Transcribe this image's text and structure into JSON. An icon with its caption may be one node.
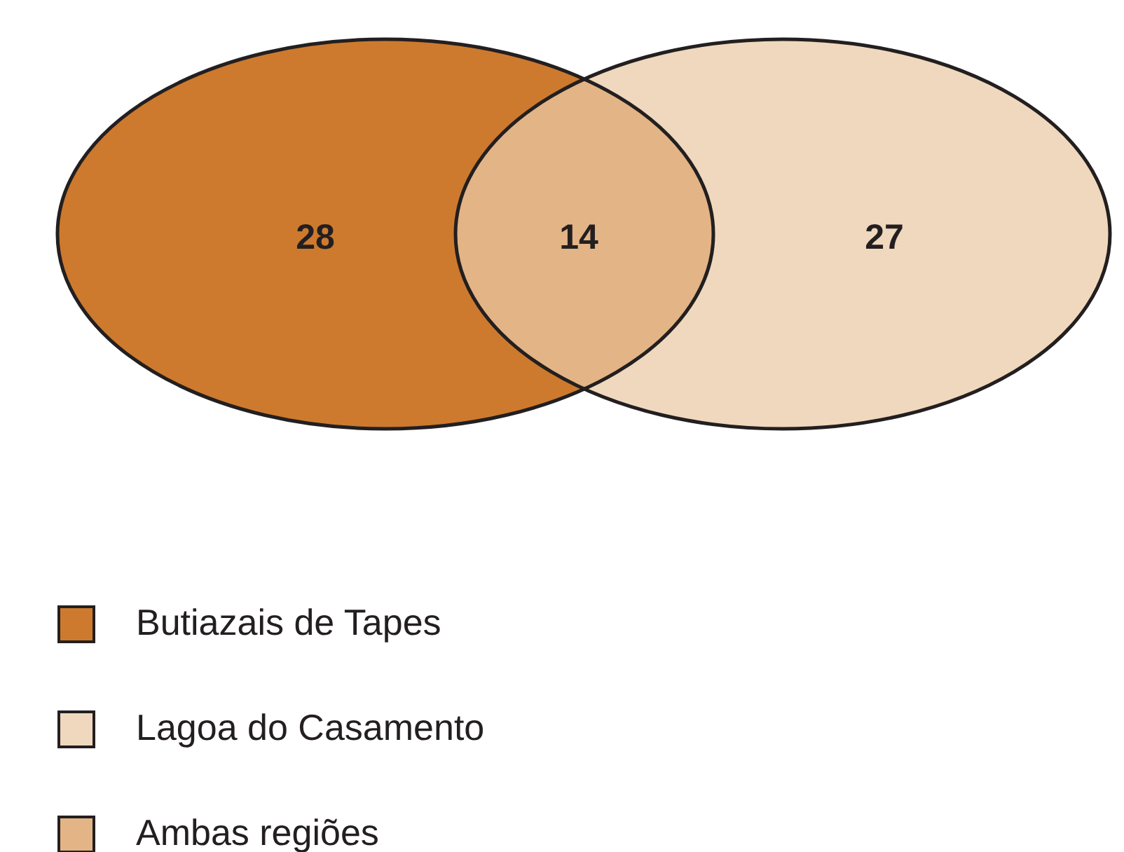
{
  "diagram": {
    "labels": [
      "28",
      "14",
      "27"
    ],
    "legend": [
      {
        "text": "Butiazais de Tapes",
        "color": "#cd7a2e"
      },
      {
        "text": "Lagoa do Casamento",
        "color": "#efd8bd"
      },
      {
        "text": "Ambas regiões",
        "color": "#e3b486"
      }
    ]
  }
}
